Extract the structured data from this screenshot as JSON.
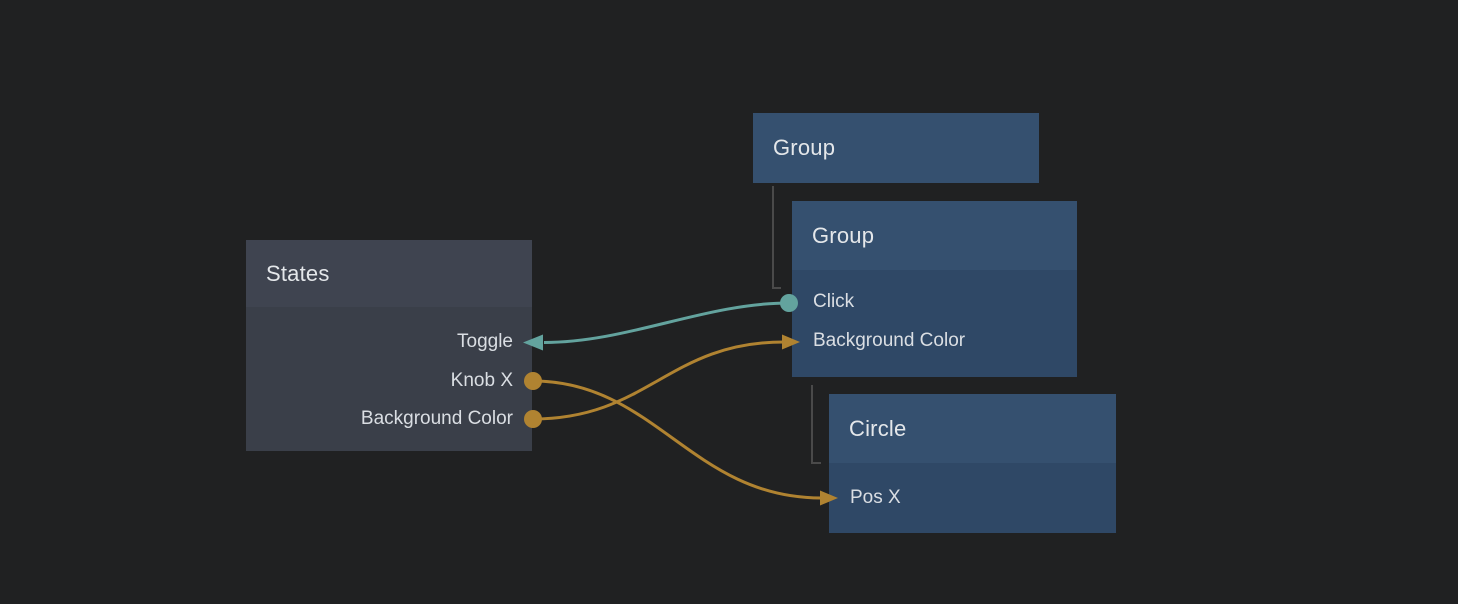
{
  "colors": {
    "background": "#202122",
    "node_header_gray": "#3f4450",
    "node_body_gray": "#3a3f49",
    "node_header_blue": "#35506f",
    "node_body_blue": "#2f4866",
    "text_title": "#e4e7ea",
    "text_label": "#dadee3",
    "edge_event": "#63a39e",
    "edge_value": "#b08331",
    "tree_line": "#4a4a4a"
  },
  "nodes": {
    "states": {
      "title": "States",
      "ports": [
        {
          "label": "Toggle",
          "direction": "input",
          "type": "event"
        },
        {
          "label": "Knob X",
          "direction": "output",
          "type": "value"
        },
        {
          "label": "Background Color",
          "direction": "output",
          "type": "value"
        }
      ]
    },
    "group_outer": {
      "title": "Group",
      "ports": []
    },
    "group_inner": {
      "title": "Group",
      "ports": [
        {
          "label": "Click",
          "direction": "output",
          "type": "event"
        },
        {
          "label": "Background Color",
          "direction": "input",
          "type": "value"
        }
      ]
    },
    "circle": {
      "title": "Circle",
      "ports": [
        {
          "label": "Pos X",
          "direction": "input",
          "type": "value"
        }
      ]
    }
  },
  "hierarchy": [
    {
      "parent": "Group",
      "child": "Group"
    },
    {
      "parent": "Group",
      "child": "Circle"
    }
  ],
  "connections": [
    {
      "from": "Group.Click",
      "to": "States.Toggle",
      "type": "event"
    },
    {
      "from": "States.Knob X",
      "to": "Circle.Pos X",
      "type": "value"
    },
    {
      "from": "States.Background Color",
      "to": "Group.Background Color",
      "type": "value"
    }
  ]
}
